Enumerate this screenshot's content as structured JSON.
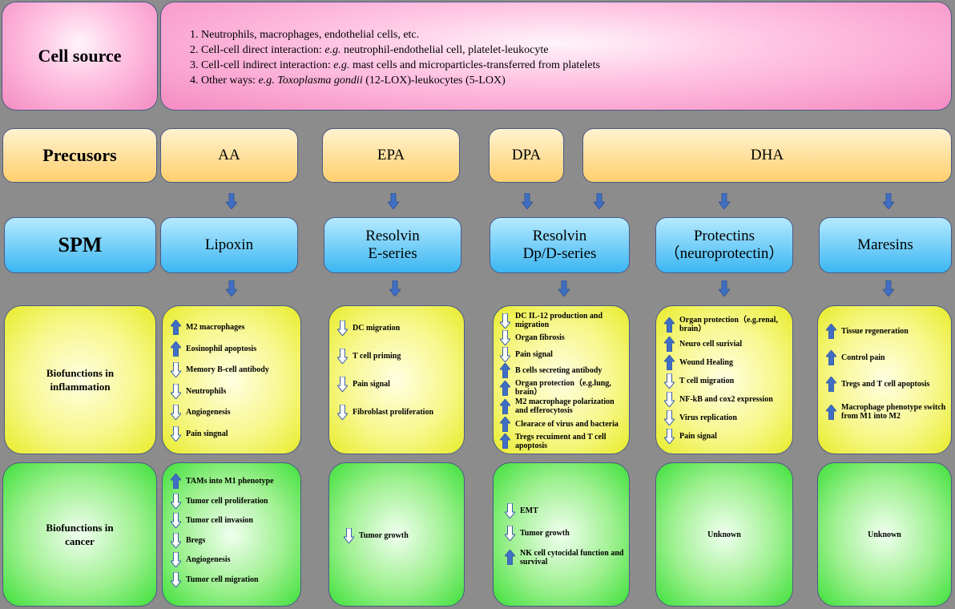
{
  "rows": {
    "cell_source": "Cell source",
    "precursors": "Precusors",
    "spm": "SPM",
    "inflammation": "Biofunctions in inflammation",
    "cancer": "Biofunctions in cancer"
  },
  "cell_source_list": [
    {
      "plain": "1. Neutrophils, macrophages, endothelial cells, etc.",
      "italic": "",
      "rest": "",
      "italic2": "",
      "rest2": ""
    },
    {
      "plain": "2. Cell-cell direct interaction: ",
      "italic": "e.g.",
      "rest": " neutrophil-endothelial cell, platelet-leukocyte",
      "italic2": "",
      "rest2": ""
    },
    {
      "plain": "3. Cell-cell indirect interaction: ",
      "italic": "e.g.",
      "rest": " mast cells and microparticles-transferred from platelets",
      "italic2": "",
      "rest2": ""
    },
    {
      "plain": "4. Other ways: ",
      "italic": "e.g.",
      "rest": " ",
      "italic2": "Toxoplasma gondii",
      "rest2": " (12-LOX)-leukocytes (5-LOX)"
    }
  ],
  "precursors": [
    "AA",
    "EPA",
    "DPA",
    "DHA"
  ],
  "spm": [
    {
      "line1": "Lipoxin",
      "line2": ""
    },
    {
      "line1": "Resolvin",
      "line2": "E-series"
    },
    {
      "line1": "Resolvin",
      "line2": "Dp/D-series"
    },
    {
      "line1": "Protectins",
      "line2": "（neuroprotectin）"
    },
    {
      "line1": "Maresins",
      "line2": ""
    }
  ],
  "inflammation": [
    [
      {
        "dir": "up",
        "text": "M2  macrophages"
      },
      {
        "dir": "up",
        "text": "Eosinophil apoptosis"
      },
      {
        "dir": "down",
        "text": "Memory   B-cell antibody"
      },
      {
        "dir": "down",
        "text": "Neutrophils"
      },
      {
        "dir": "down",
        "text": "Angiogenesis"
      },
      {
        "dir": "down",
        "text": "Pain  singnal"
      }
    ],
    [
      {
        "dir": "down",
        "text": "DC migration"
      },
      {
        "dir": "down",
        "text": "T  cell priming"
      },
      {
        "dir": "down",
        "text": "Pain signal"
      },
      {
        "dir": "down",
        "text": "Fibroblast proliferation"
      }
    ],
    [
      {
        "dir": "down",
        "text": "DC IL-12 production and migration"
      },
      {
        "dir": "down",
        "text": "Organ fibrosis"
      },
      {
        "dir": "down",
        "text": "Pain signal"
      },
      {
        "dir": "up",
        "text": "B cells secreting antibody"
      },
      {
        "dir": "up",
        "text": "Organ protection（e.g.lung, brain）"
      },
      {
        "dir": "up",
        "text": "M2 macrophage polarization and efferocytosis"
      },
      {
        "dir": "up",
        "text": "Clearace of virus and bacteria"
      },
      {
        "dir": "up",
        "text": "Tregs recuiment and T cell apoptosis"
      }
    ],
    [
      {
        "dir": "up",
        "text": "Organ protection（e.g.renal, brain）"
      },
      {
        "dir": "up",
        "text": "Neuro cell surivial"
      },
      {
        "dir": "up",
        "text": "Wound Healing"
      },
      {
        "dir": "down",
        "text": "T cell migration"
      },
      {
        "dir": "down",
        "text": "NF-kB and cox2 expression"
      },
      {
        "dir": "down",
        "text": "Virus replication"
      },
      {
        "dir": "down",
        "text": "Pain signal"
      }
    ],
    [
      {
        "dir": "up",
        "text": "Tissue regeneration"
      },
      {
        "dir": "up",
        "text": "Control pain"
      },
      {
        "dir": "up",
        "text": "Tregs and T cell apoptosis"
      },
      {
        "dir": "up",
        "text": "Macrophage phenotype switch from M1 into M2"
      }
    ]
  ],
  "cancer": [
    [
      {
        "dir": "up",
        "text": "TAMs  into  M1  phenotype"
      },
      {
        "dir": "down",
        "text": "Tumor  cell proliferation"
      },
      {
        "dir": "down",
        "text": "Tumor  cell invasion"
      },
      {
        "dir": "down",
        "text": "Bregs"
      },
      {
        "dir": "down",
        "text": "Angiogenesis"
      },
      {
        "dir": "down",
        "text": "Tumor cell  migration"
      }
    ],
    [
      {
        "dir": "down",
        "text": "Tumor growth"
      }
    ],
    [
      {
        "dir": "down",
        "text": "EMT"
      },
      {
        "dir": "down",
        "text": "Tumor growth"
      },
      {
        "dir": "up",
        "text": "NK cell cytocidal function and  survival"
      }
    ],
    [],
    []
  ],
  "unknown_label": "Unknown",
  "colors": {
    "background": "#8c8c8c",
    "up_arrow": "#3f6fc4",
    "down_arrow": "#ffffff",
    "arrow_outline": "#3a5fa8",
    "border": "#4b5a86"
  }
}
